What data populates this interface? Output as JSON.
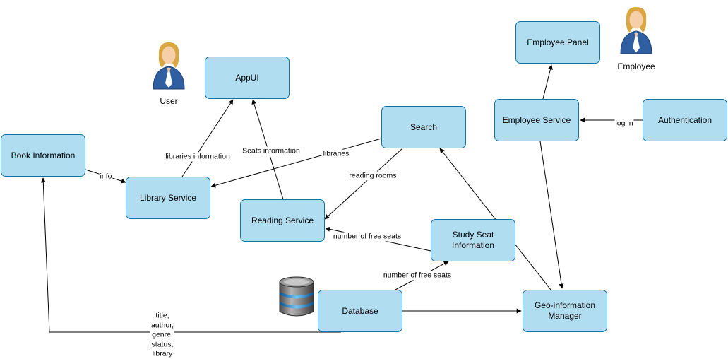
{
  "nodes": {
    "appui": "AppUI",
    "book_information": "Book Information",
    "library_service": "Library Service",
    "search": "Search",
    "reading_service": "Reading Service",
    "study_seat_information": "Study Seat Information",
    "database": "Database",
    "geo_information_manager": "Geo-information Manager",
    "employee_panel": "Employee Panel",
    "employee_service": "Employee Service",
    "authentication": "Authentication"
  },
  "actors": {
    "user": "User",
    "employee": "Employee"
  },
  "edge_labels": {
    "libraries_information": "libraries information",
    "seats_information": "Seats information",
    "libraries": "libraries",
    "info": "info",
    "reading_rooms": "reading rooms",
    "number_of_free_seats_reading": "number of free seats",
    "number_of_free_seats_db": "number of free seats",
    "log_in": "log in",
    "title_author_genre_status_library": "title,\nauthor,\ngenre,\nstatus,\nlibrary"
  },
  "colors": {
    "node_fill": "#b1ddf0",
    "node_stroke": "#10739e",
    "edge": "#000000"
  },
  "icons": {
    "user": "person-icon",
    "employee": "person-icon",
    "database": "database-icon"
  }
}
